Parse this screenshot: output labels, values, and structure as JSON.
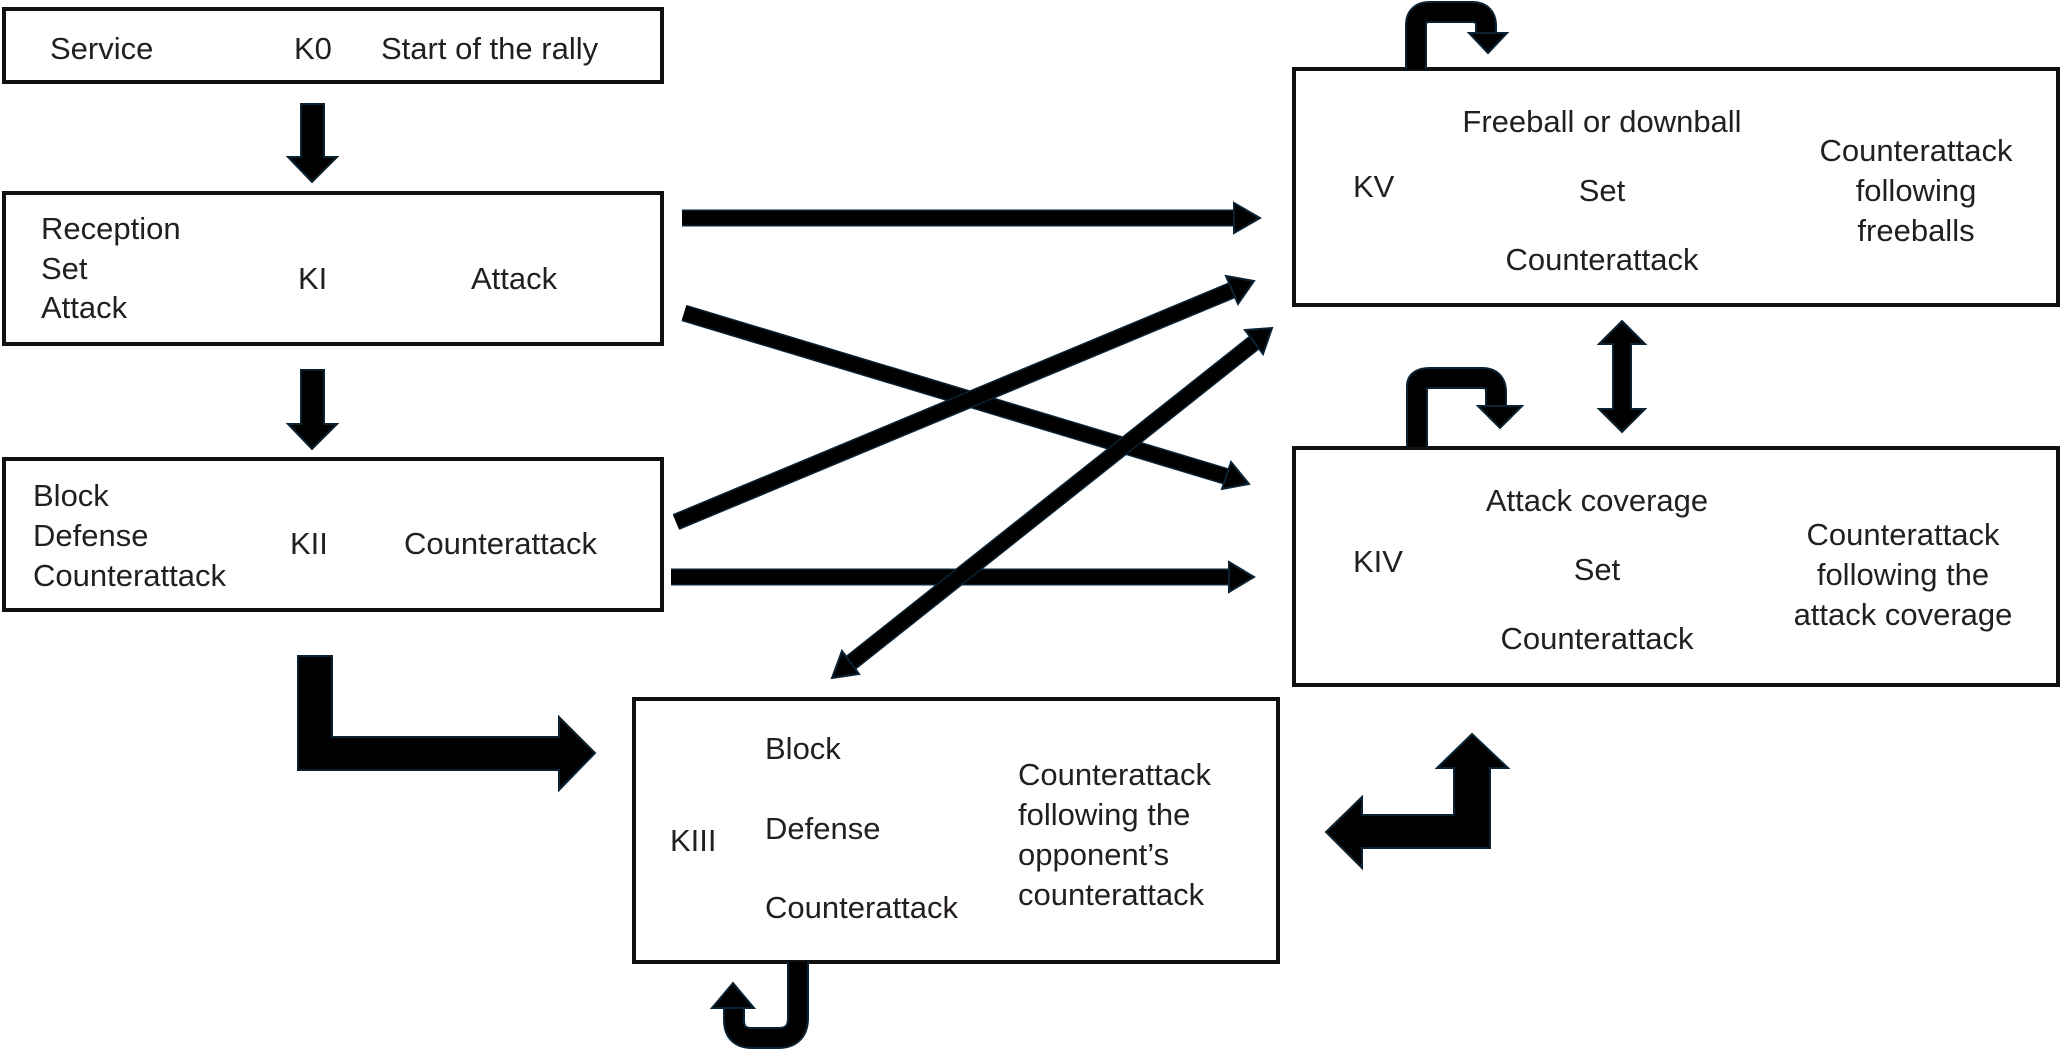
{
  "diagram": {
    "type": "flowchart",
    "colors": {
      "box_border": "#111111",
      "arrow_fill": "#000000",
      "arrow_edge": "#0b2233",
      "text": "#231f20",
      "background": "#ffffff"
    },
    "nodes": {
      "k0": {
        "code": "K0",
        "actions": [
          "Service"
        ],
        "description": [
          "Start of the rally"
        ]
      },
      "k1": {
        "code": "KI",
        "actions": [
          "Reception",
          "Set",
          "Attack"
        ],
        "description": [
          "Attack"
        ]
      },
      "k2": {
        "code": "KII",
        "actions": [
          "Block",
          "Defense",
          "Counterattack"
        ],
        "description": [
          "Counterattack"
        ]
      },
      "k3": {
        "code": "KIII",
        "actions": [
          "Block",
          "Defense",
          "Counterattack"
        ],
        "description": [
          "Counterattack",
          "following the",
          "opponent’s",
          "counterattack"
        ]
      },
      "k4": {
        "code": "KIV",
        "actions": [
          "Attack coverage",
          "Set",
          "Counterattack"
        ],
        "description": [
          "Counterattack",
          "following the",
          "attack coverage"
        ]
      },
      "k5": {
        "code": "KV",
        "actions": [
          "Freeball or downball",
          "Set",
          "Counterattack"
        ],
        "description": [
          "Counterattack",
          "following",
          "freeballs"
        ]
      }
    },
    "edges": [
      {
        "from": "K0",
        "to": "KI",
        "kind": "straight"
      },
      {
        "from": "KI",
        "to": "KII",
        "kind": "straight"
      },
      {
        "from": "KI",
        "to": "KV",
        "kind": "straight"
      },
      {
        "from": "KI",
        "to": "KIV",
        "kind": "straight"
      },
      {
        "from": "KII",
        "to": "KV",
        "kind": "straight"
      },
      {
        "from": "KII",
        "to": "KIV",
        "kind": "straight"
      },
      {
        "from": "KII",
        "to": "KIII",
        "kind": "elbow"
      },
      {
        "from": "KIII",
        "to": "KV",
        "kind": "bidirectional"
      },
      {
        "from": "KIII",
        "to": "KIV",
        "kind": "elbow-bidirectional"
      },
      {
        "from": "KIV",
        "to": "KV",
        "kind": "bidirectional"
      },
      {
        "from": "KIII",
        "to": "KIII",
        "kind": "self-loop"
      },
      {
        "from": "KIV",
        "to": "KIV",
        "kind": "self-loop"
      },
      {
        "from": "KV",
        "to": "KV",
        "kind": "self-loop"
      }
    ]
  }
}
